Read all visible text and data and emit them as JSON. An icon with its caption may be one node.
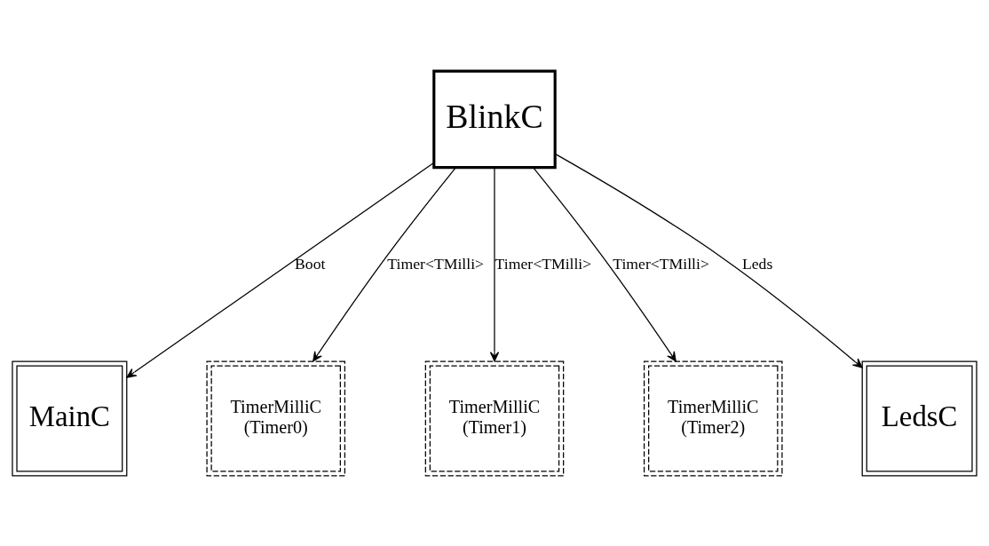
{
  "diagram": {
    "nodes": [
      {
        "text": [
          "BlinkC"
        ]
      },
      {
        "text": [
          "MainC"
        ]
      },
      {
        "text": [
          "TimerMilliC",
          "(Timer0)"
        ]
      },
      {
        "text": [
          "TimerMilliC",
          "(Timer1)"
        ]
      },
      {
        "text": [
          "TimerMilliC",
          "(Timer2)"
        ]
      },
      {
        "text": [
          "LedsC"
        ]
      }
    ],
    "edges": [
      {
        "from": 0,
        "to": 1,
        "arrow": "to",
        "label": "Boot"
      },
      {
        "from": 0,
        "to": 2,
        "arrow": "to",
        "label": "Timer<TMilli>"
      },
      {
        "from": 0,
        "to": 3,
        "arrow": "to",
        "label": "Timer<TMilli>"
      },
      {
        "from": 0,
        "to": 4,
        "arrow": "to",
        "label": "Timer<TMilli>"
      },
      {
        "from": 0,
        "to": 5,
        "arrow": "to",
        "label": "Leds"
      }
    ]
  }
}
